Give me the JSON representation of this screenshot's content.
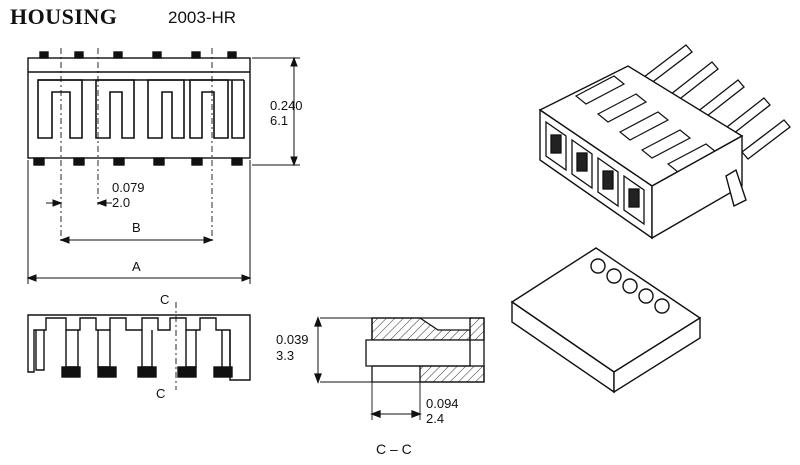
{
  "header": {
    "title": "HOUSING",
    "part_number": "2003-HR"
  },
  "front_view": {
    "height_in": "0.240",
    "height_mm": "6.1",
    "pitch_in": "0.079",
    "pitch_mm": "2.0",
    "dim_b_label": "B",
    "dim_a_label": "A"
  },
  "bottom_view": {
    "section_marker_top": "C",
    "section_marker_bottom": "C"
  },
  "section_view": {
    "height_in": "0.039",
    "height_mm": "3.3",
    "depth_in": "0.094",
    "depth_mm": "2.4",
    "caption": "C – C"
  },
  "isometric": {
    "pin_count": 5
  },
  "block_view": {
    "hole_count": 5
  }
}
